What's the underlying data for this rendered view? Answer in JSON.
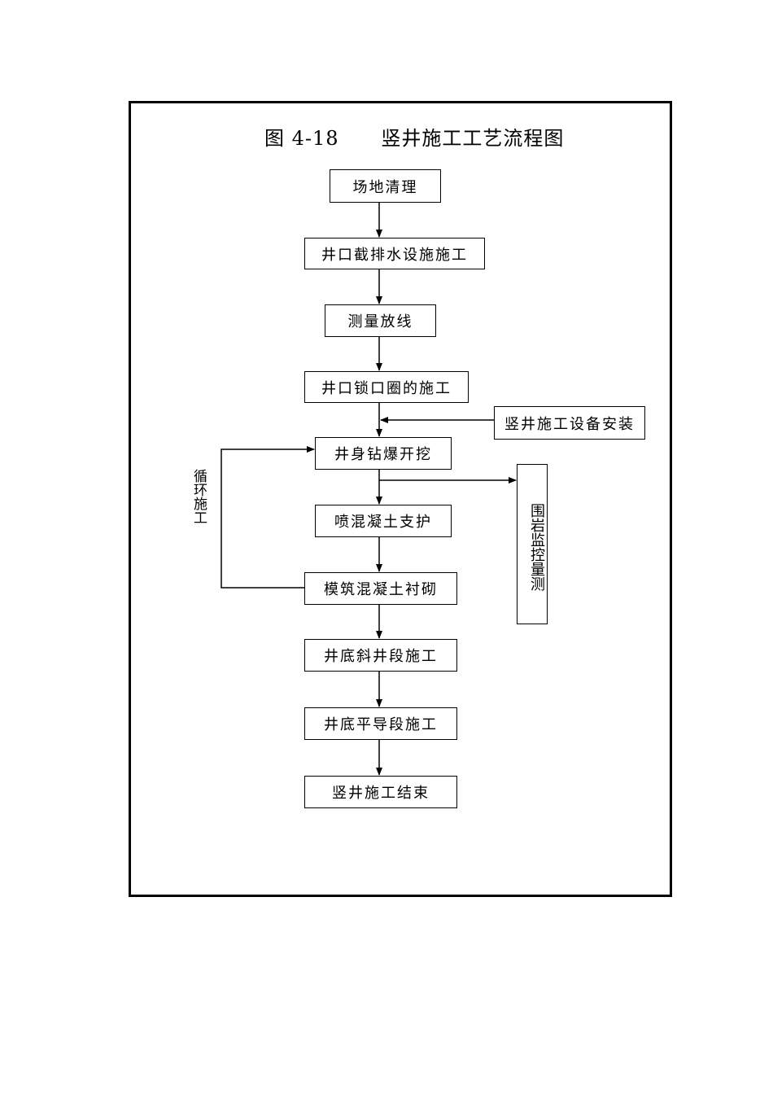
{
  "diagram": {
    "title": "图 4-18      竖井施工工艺流程图",
    "nodes": [
      {
        "id": "site-clearing",
        "label": "场地清理"
      },
      {
        "id": "drainage",
        "label": "井口截排水设施施工"
      },
      {
        "id": "survey",
        "label": "测量放线"
      },
      {
        "id": "lock-ring",
        "label": "井口锁口圈的施工"
      },
      {
        "id": "equipment",
        "label": "竖井施工设备安装"
      },
      {
        "id": "blasting",
        "label": "井身钻爆开挖"
      },
      {
        "id": "shotcrete",
        "label": "喷混凝土支护"
      },
      {
        "id": "lining",
        "label": "模筑混凝土衬砌"
      },
      {
        "id": "incline",
        "label": "井底斜井段施工"
      },
      {
        "id": "adit",
        "label": "井底平导段施工"
      },
      {
        "id": "end",
        "label": "竖井施工结束"
      },
      {
        "id": "monitoring",
        "label": "围岩监控量测"
      }
    ],
    "loop_label": "循环施工",
    "edges": [
      {
        "from": "site-clearing",
        "to": "drainage"
      },
      {
        "from": "drainage",
        "to": "survey"
      },
      {
        "from": "survey",
        "to": "lock-ring"
      },
      {
        "from": "lock-ring",
        "to": "blasting"
      },
      {
        "from": "equipment",
        "to": "blasting"
      },
      {
        "from": "blasting",
        "to": "shotcrete"
      },
      {
        "from": "blasting",
        "to": "monitoring"
      },
      {
        "from": "shotcrete",
        "to": "lining"
      },
      {
        "from": "lining",
        "to": "blasting",
        "label": "循环施工"
      },
      {
        "from": "lining",
        "to": "incline"
      },
      {
        "from": "incline",
        "to": "adit"
      },
      {
        "from": "adit",
        "to": "end"
      }
    ]
  }
}
